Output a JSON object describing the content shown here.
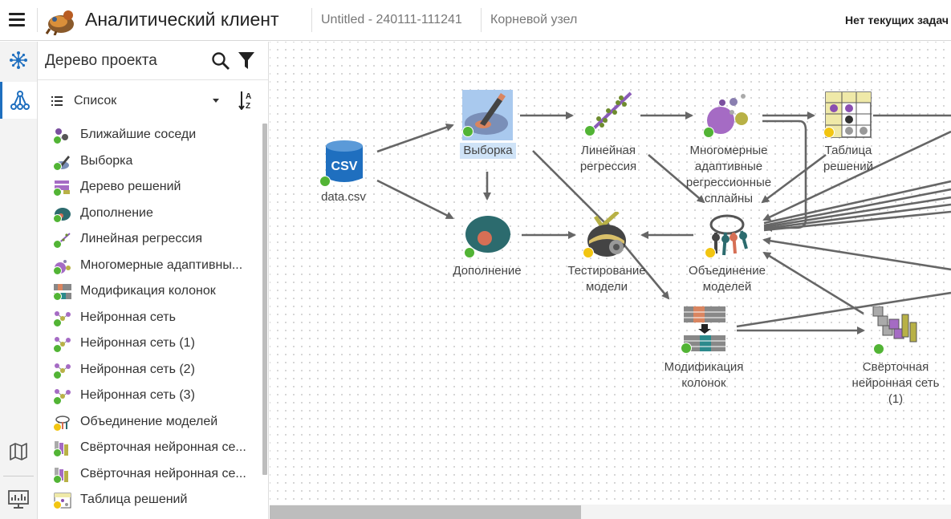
{
  "header": {
    "app_title": "Аналитический клиент",
    "project": "Untitled - 240111-111241",
    "node": "Корневой узел",
    "tasks": "Нет текущих задач"
  },
  "panel": {
    "title": "Дерево проекта",
    "view_mode": "Список",
    "items": [
      {
        "label": "Ближайшие соседи",
        "icon": "knn-icon",
        "status": "ok"
      },
      {
        "label": "Выборка",
        "icon": "sample-icon",
        "status": "ok"
      },
      {
        "label": "Дерево решений",
        "icon": "decision-tree-icon",
        "status": "ok"
      },
      {
        "label": "Дополнение",
        "icon": "impute-icon",
        "status": "ok"
      },
      {
        "label": "Линейная регрессия",
        "icon": "linear-regression-icon",
        "status": "ok"
      },
      {
        "label": "Многомерные адаптивны...",
        "icon": "mars-icon",
        "status": "ok"
      },
      {
        "label": "Модификация колонок",
        "icon": "column-mod-icon",
        "status": "ok"
      },
      {
        "label": "Нейронная сеть",
        "icon": "neural-net-icon",
        "status": "ok"
      },
      {
        "label": "Нейронная сеть (1)",
        "icon": "neural-net-icon",
        "status": "ok"
      },
      {
        "label": "Нейронная сеть (2)",
        "icon": "neural-net-icon",
        "status": "ok"
      },
      {
        "label": "Нейронная сеть (3)",
        "icon": "neural-net-icon",
        "status": "ok"
      },
      {
        "label": "Объединение моделей",
        "icon": "ensemble-icon",
        "status": "warn"
      },
      {
        "label": "Свёрточная нейронная се...",
        "icon": "cnn-icon",
        "status": "ok"
      },
      {
        "label": "Свёрточная нейронная се...",
        "icon": "cnn-icon",
        "status": "ok"
      },
      {
        "label": "Таблица решений",
        "icon": "decision-table-icon",
        "status": "warn"
      }
    ]
  },
  "canvas": {
    "nodes": {
      "data": {
        "label": "data.csv",
        "icon_text": "CSV",
        "status": "ok"
      },
      "sample": {
        "label": "Выборка",
        "status": "ok"
      },
      "linreg": {
        "label": "Линейная\nрегрессия",
        "status": "ok"
      },
      "mars": {
        "label": "Многомерные\nадаптивные\nрегрессионные\nсплайны",
        "status": "ok"
      },
      "dtable": {
        "label": "Таблица\nрешений",
        "status": "warn"
      },
      "impute": {
        "label": "Дополнение",
        "status": "ok"
      },
      "test": {
        "label": "Тестирование\nмодели",
        "status": "warn"
      },
      "ensemble": {
        "label": "Объединение\nмоделей",
        "status": "warn"
      },
      "colmod": {
        "label": "Модификация\nколонок",
        "status": "ok"
      },
      "cnn1": {
        "label": "Свёрточная\nнейронная сеть\n(1)",
        "status": "ok"
      }
    }
  },
  "colors": {
    "accent": "#1f6fbf",
    "ok": "#52b435",
    "warn": "#f2c511",
    "edge": "#666666",
    "selection": "#cfe3f7"
  }
}
